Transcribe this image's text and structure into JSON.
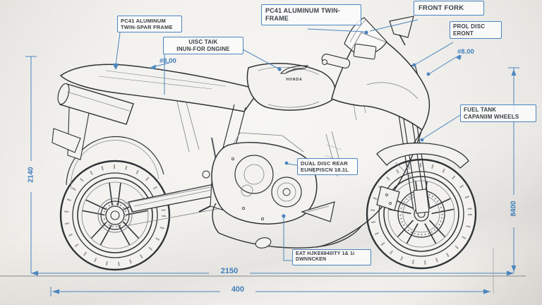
{
  "callouts": {
    "spar": {
      "text": "PC41 ALUMINUM\nTWIN-SPAR FRAME"
    },
    "twin_frame": {
      "text": "PC41 ALUMINUM TWIN-\nFRAME"
    },
    "front_fork": {
      "text": "FRONT FORK"
    },
    "front_disc": {
      "text": "PROL DISC\nERONT"
    },
    "fuel_tank": {
      "text": "FUEL TANK\nCAPANIIM WHEELS"
    },
    "tank_engine": {
      "text": "UISC TAIK\nINUN-FOR DNGINE"
    },
    "rear_disc": {
      "text": "DUAL DISC REAR\nEUNEPISCN 18.1L"
    },
    "spec_bottom": {
      "text": "EAT HJKE6840ITY 1& 1i\nDWNNCKEN"
    }
  },
  "dimensions": {
    "dia_left": "#8.00",
    "dia_right": "#8.00",
    "wheelbase": "2150",
    "overall": "400",
    "height_left": "2140",
    "height_right": "8400"
  },
  "brand": "HONDA",
  "colors": {
    "accent": "#4a86c0",
    "ink": "#2f3437",
    "paper": "#f2f1ed"
  }
}
